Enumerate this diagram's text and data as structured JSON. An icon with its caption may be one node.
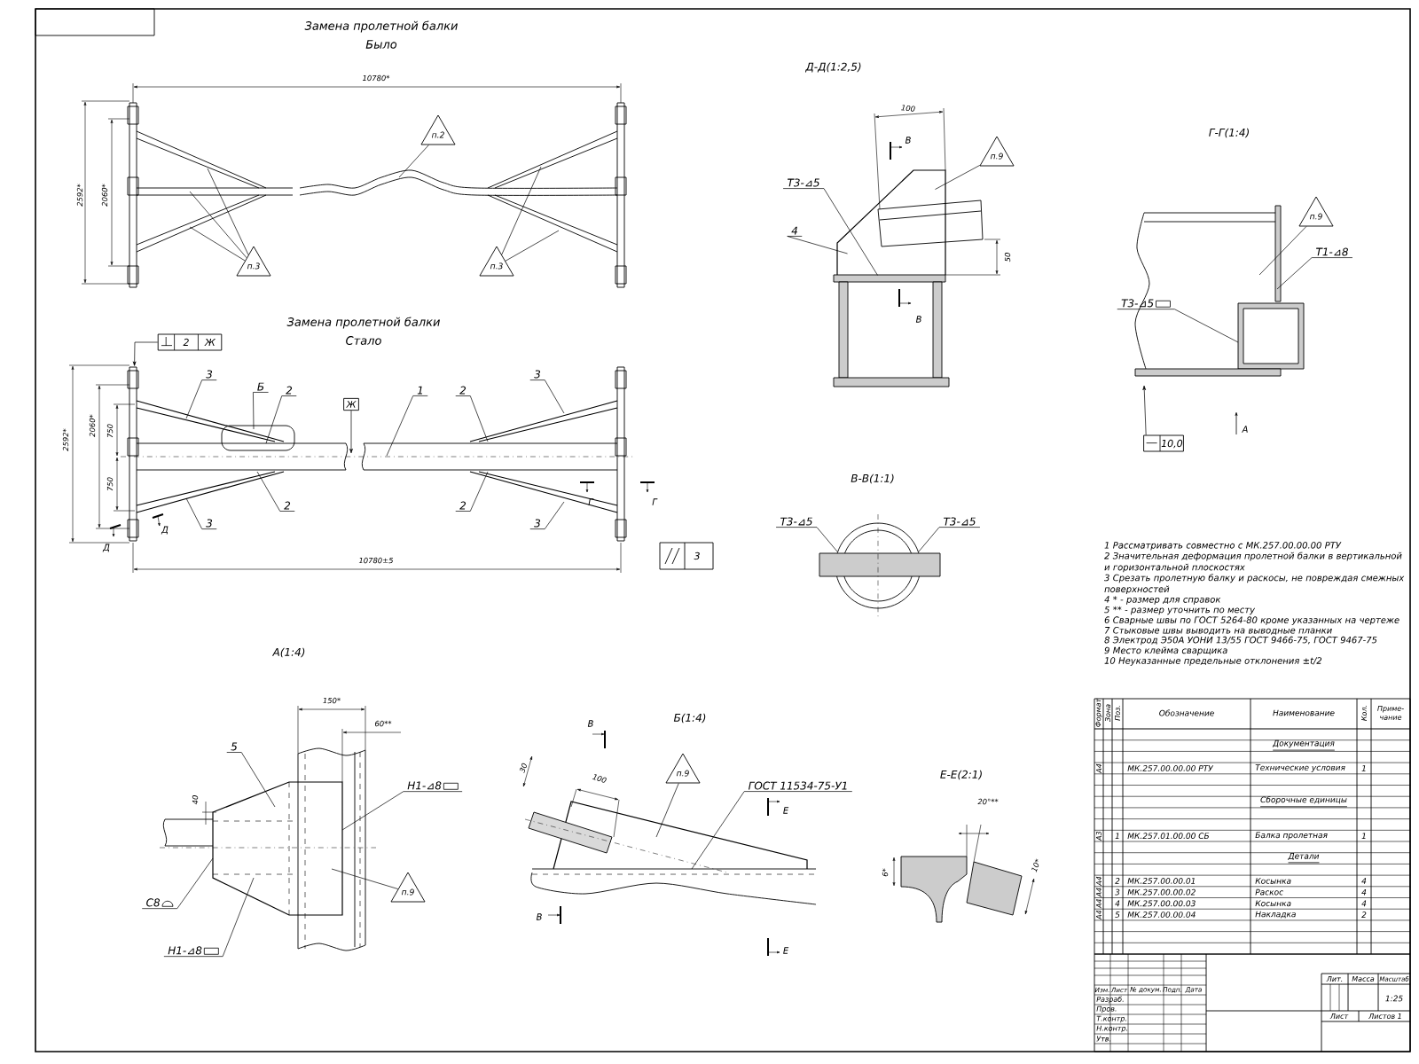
{
  "diagram": {
    "nodes": [
      {
        "text": [
          "п.2"
        ]
      },
      {
        "text": [
          "п.3"
        ]
      },
      {
        "text": [
          "п.3"
        ]
      },
      {
        "text": [
          "3"
        ]
      },
      {
        "text": [
          "Б"
        ]
      },
      {
        "text": [
          "2"
        ]
      },
      {
        "text": [
          "Ж"
        ]
      },
      {
        "text": [
          "1"
        ]
      },
      {
        "text": [
          "2"
        ]
      },
      {
        "text": [
          "3"
        ]
      },
      {
        "text": [
          "2"
        ]
      },
      {
        "text": [
          "3"
        ]
      },
      {
        "text": [
          "2"
        ]
      },
      {
        "text": [
          "3"
        ]
      },
      {
        "text": [
          "2",
          "Ж"
        ]
      },
      {
        "text": [
          "Т3-⊿5"
        ]
      },
      {
        "text": [
          "4"
        ]
      },
      {
        "text": [
          "п.9"
        ]
      },
      {
        "text": [
          "п.9"
        ]
      },
      {
        "text": [
          "Т1-⊿8"
        ]
      },
      {
        "text": [
          "Т3-⊿5"
        ]
      },
      {
        "text": [
          "10,0"
        ]
      },
      {
        "text": [
          "Т3-⊿5"
        ]
      },
      {
        "text": [
          "Т3-⊿5"
        ]
      },
      {
        "text": [
          "5"
        ]
      },
      {
        "text": [
          "Н1-⊿8"
        ]
      },
      {
        "text": [
          "п.9"
        ]
      },
      {
        "text": [
          "С8"
        ]
      },
      {
        "text": [
          "Н1-⊿8"
        ]
      },
      {
        "text": [
          "п.9"
        ]
      },
      {
        "text": [
          "ГОСТ 11534-75-У1"
        ]
      },
      {
        "text": [],
        "shape": "bar"
      },
      {
        "text": [],
        "shape": "box"
      }
    ],
    "edges": [
      {
        "from": 0,
        "to": null,
        "arrow": "none"
      },
      {
        "from": 1,
        "to": null,
        "arrow": "none"
      },
      {
        "from": 1,
        "to": null,
        "arrow": "none"
      },
      {
        "from": 1,
        "to": null,
        "arrow": "none"
      },
      {
        "from": 2,
        "to": null,
        "arrow": "none"
      },
      {
        "from": 2,
        "to": null,
        "arrow": "none"
      },
      {
        "from": 3,
        "to": null,
        "arrow": "none"
      },
      {
        "from": 4,
        "to": null,
        "arrow": "none"
      },
      {
        "from": 5,
        "to": null,
        "arrow": "none"
      },
      {
        "from": 6,
        "to": null,
        "arrow": "to"
      },
      {
        "from": 7,
        "to": null,
        "arrow": "none"
      },
      {
        "from": 8,
        "to": null,
        "arrow": "none"
      },
      {
        "from": 9,
        "to": null,
        "arrow": "none"
      },
      {
        "from": 10,
        "to": null,
        "arrow": "none"
      },
      {
        "from": 11,
        "to": null,
        "arrow": "none"
      },
      {
        "from": 12,
        "to": null,
        "arrow": "none"
      },
      {
        "from": 13,
        "to": null,
        "arrow": "none"
      },
      {
        "from": 14,
        "to": 31,
        "arrow": "to"
      },
      {
        "from": 15,
        "to": 32,
        "arrow": "none"
      },
      {
        "from": 16,
        "to": 32,
        "arrow": "none"
      },
      {
        "from": 17,
        "to": 32,
        "arrow": "none"
      },
      {
        "from": 18,
        "to": null,
        "arrow": "none"
      },
      {
        "from": 19,
        "to": null,
        "arrow": "none"
      },
      {
        "from": 20,
        "to": null,
        "arrow": "none"
      },
      {
        "from": 21,
        "to": null,
        "arrow": "to"
      },
      {
        "from": 22,
        "to": null,
        "arrow": "none"
      },
      {
        "from": 23,
        "to": null,
        "arrow": "none"
      },
      {
        "from": 24,
        "to": null,
        "arrow": "none"
      },
      {
        "from": 25,
        "to": null,
        "arrow": "none"
      },
      {
        "from": 26,
        "to": null,
        "arrow": "none"
      },
      {
        "from": 27,
        "to": null,
        "arrow": "none"
      },
      {
        "from": 28,
        "to": null,
        "arrow": "none"
      },
      {
        "from": 29,
        "to": null,
        "arrow": "none"
      },
      {
        "from": 30,
        "to": null,
        "arrow": "none"
      }
    ],
    "labels": [
      "Замена пролетной балки",
      "Было",
      "10780*",
      "2592*",
      "2060*",
      "Замена пролетной балки",
      "Стало",
      "2592*",
      "2060*",
      "750",
      "750",
      "Д",
      "Д",
      "Г",
      "Г",
      "10780±5",
      "3",
      "Д-Д(1:2,5)",
      "100",
      "В",
      "В",
      "50",
      "Г-Г(1:4)",
      "А",
      "В-В(1:1)",
      "А(1:4)",
      "150*",
      "60**",
      "40",
      "Б(1:4)",
      "В",
      "В",
      "30",
      "100",
      "Е",
      "Е",
      "Е-Е(2:1)",
      "20°**",
      "6*",
      "10*",
      "1 Рассматривать совместно с МК.257.00.00.00 РТУ",
      "2 Значительная деформация пролетной балки в вертикальной и горизонтальной плоскостях",
      "3 Срезать пролетную балку и раскосы, не повреждая смежных поверхностей",
      "4 * - размер для справок",
      "5 ** - размер уточнить по месту",
      "6 Сварные швы по ГОСТ 5264-80 кроме указанных на чертеже",
      "7 Стыковые швы выводить на выводные планки",
      "8 Электрод Э50А УОНИ 13/55 ГОСТ 9466-75, ГОСТ 9467-75",
      "9 Место клейма сварщика",
      "10 Неуказанные предельные отклонения ±t/2",
      "Формат",
      "Зона",
      "Поз.",
      "Обозначение",
      "Наименование",
      "Кол.",
      "Приме- чание",
      "Документация",
      "А4",
      "МК.257.00.00.00 РТУ",
      "Технические условия",
      "1",
      "Сборочные единицы",
      "А3",
      "1",
      "МК.257.01.00.00 СБ",
      "Балка пролетная",
      "1",
      "Детали",
      "А4",
      "2",
      "МК.257.00.00.01",
      "Косынка",
      "4",
      "А4",
      "3",
      "МК.257.00.00.02",
      "Раскос",
      "4",
      "А4",
      "4",
      "МК.257.00.00.03",
      "Косынка",
      "4",
      "А4",
      "5",
      "МК.257.00.00.04",
      "Накладка",
      "2",
      "Изм.",
      "Лист",
      "№ докум.",
      "Подп.",
      "Дата",
      "Разраб.",
      "Пров.",
      "Т.контр.",
      "Н.контр.",
      "Утв.",
      "Лит.",
      "Масса",
      "Масштаб",
      "1:25",
      "Лист",
      "Листов 1"
    ]
  }
}
